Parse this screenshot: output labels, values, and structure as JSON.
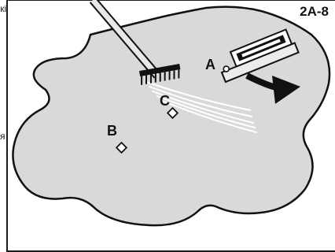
{
  "figure": {
    "id": "2A-8",
    "labels": {
      "a": "A",
      "b": "B",
      "c": "C"
    }
  },
  "side_text": {
    "top": "ькі",
    "middle": "я"
  },
  "colors": {
    "floor": "#d9d9d9",
    "outline": "#111111",
    "ink": "#111111"
  }
}
